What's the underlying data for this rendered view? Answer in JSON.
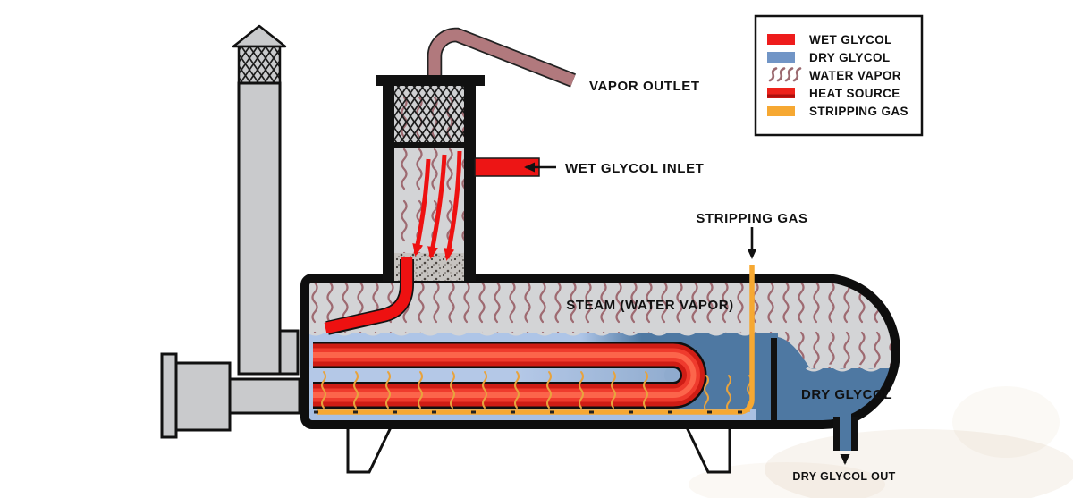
{
  "labels": {
    "vapor_outlet": "VAPOR OUTLET",
    "wet_glycol_inlet": "WET GLYCOL INLET",
    "stripping_gas": "STRIPPING GAS",
    "steam": "STEAM (WATER VAPOR)",
    "dry_glycol": "DRY GLYCOL",
    "dry_glycol_out": "DRY GLYCOL OUT"
  },
  "legend": {
    "items": [
      {
        "label": "WET GLYCOL",
        "color": "#ee1c1c"
      },
      {
        "label": "DRY GLYCOL",
        "color": "#7195c6"
      },
      {
        "label": "WATER VAPOR",
        "color": "#9c6a70"
      },
      {
        "label": "HEAT SOURCE",
        "color": "#e02015"
      },
      {
        "label": "STRIPPING GAS",
        "color": "#f6a832"
      }
    ]
  },
  "colors": {
    "wet_glycol": "#ee1c1c",
    "dry_glycol_swatch": "#7195c6",
    "water_vapor": "#9c6a70",
    "heat_source": "#e02015",
    "stripping_gas": "#f6a832",
    "steam_gray": "#d3d4d6",
    "dry_glycol_liquid": "#4e78a2",
    "wet_glycol_light": "#aec5e7",
    "vapor_pipe": "#b1797d"
  }
}
